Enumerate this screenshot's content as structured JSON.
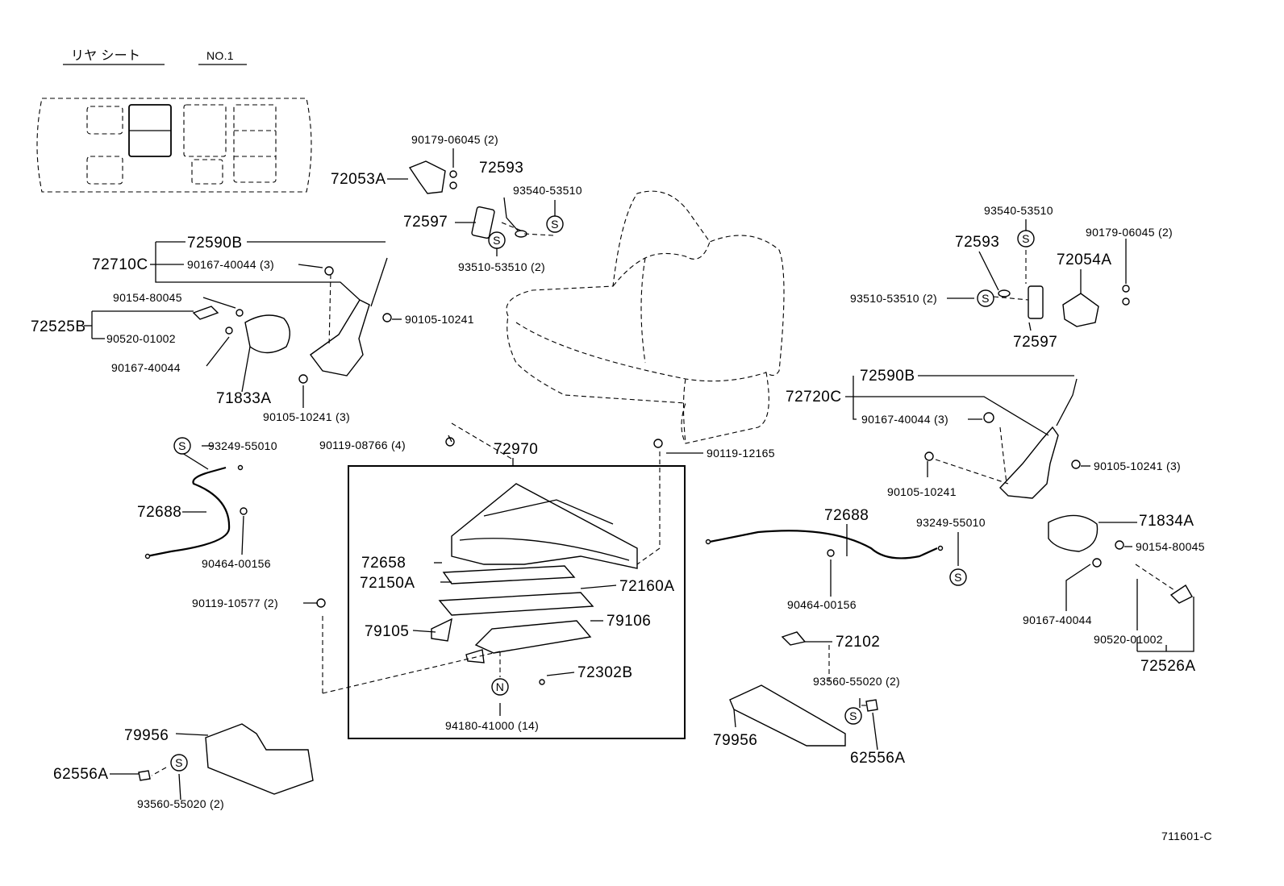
{
  "header": {
    "section_title": "リヤ シート",
    "variant": "NO.1"
  },
  "diagram_code": "711601-C",
  "labels": {
    "p72590B_left": "72590B",
    "p72710C": "72710C",
    "p90167_40044_3_left": "90167-40044 (3)",
    "p90154_80045_left": "90154-80045",
    "p72525B": "72525B",
    "p90520_01002_left": "90520-01002",
    "p90167_40044_left": "90167-40044",
    "p71833A": "71833A",
    "p90105_10241_3_left": "90105-10241 (3)",
    "p90105_10241_left": "90105-10241",
    "p90179_06045_2_left": "90179-06045 (2)",
    "p72053A": "72053A",
    "p72593_left": "72593",
    "p93540_53510_left": "93540-53510",
    "p72597_left": "72597",
    "p93510_53510_2_left": "93510-53510 (2)",
    "p93249_55010_left": "93249-55010",
    "p72688_left": "72688",
    "p90464_00156_left": "90464-00156",
    "p90119_08766_4": "90119-08766 (4)",
    "p72970": "72970",
    "p90119_12165": "90119-12165",
    "p72658": "72658",
    "p72150A": "72150A",
    "p72160A": "72160A",
    "p90119_10577_2": "90119-10577 (2)",
    "p79105": "79105",
    "p79106": "79106",
    "p72302B": "72302B",
    "p94180_41000_14": "94180-41000 (14)",
    "p79956_left": "79956",
    "p62556A_left": "62556A",
    "p93560_55020_2_left": "93560-55020 (2)",
    "p93540_53510_right": "93540-53510",
    "p90179_06045_2_right": "90179-06045 (2)",
    "p72593_right": "72593",
    "p72054A": "72054A",
    "p93510_53510_2_right": "93510-53510 (2)",
    "p72597_right": "72597",
    "p72590B_right": "72590B",
    "p72720C": "72720C",
    "p90167_40044_3_right": "90167-40044 (3)",
    "p90105_10241_3_right": "90105-10241 (3)",
    "p90105_10241_right": "90105-10241",
    "p72688_right": "72688",
    "p93249_55010_right": "93249-55010",
    "p90464_00156_right": "90464-00156",
    "p71834A": "71834A",
    "p90154_80045_right": "90154-80045",
    "p90167_40044_right": "90167-40044",
    "p90520_01002_right": "90520-01002",
    "p72526A": "72526A",
    "p72102": "72102",
    "p93560_55020_2_right": "93560-55020 (2)",
    "p79956_right": "79956",
    "p62556A_right": "62556A"
  },
  "symbols": {
    "standard_part": "S",
    "non_reusable": "N"
  }
}
